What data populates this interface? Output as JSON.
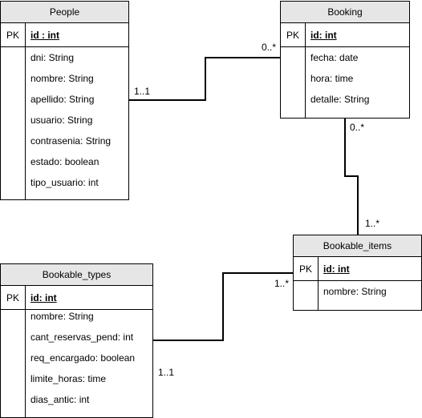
{
  "entities": {
    "people": {
      "name": "People",
      "pk_label": "PK",
      "pk_field": "id : int",
      "fields": [
        "dni: String",
        "nombre: String",
        "apellido: String",
        "usuario: String",
        "contrasenia: String",
        "estado: boolean",
        "tipo_usuario: int"
      ]
    },
    "booking": {
      "name": "Booking",
      "pk_label": "PK",
      "pk_field": "id: int",
      "fields": [
        "fecha: date",
        "hora: time",
        "detalle: String"
      ]
    },
    "bookable_items": {
      "name": "Bookable_items",
      "pk_label": "PK",
      "pk_field": "id: int",
      "fields": [
        "nombre: String"
      ]
    },
    "bookable_types": {
      "name": "Bookable_types",
      "pk_label": "PK",
      "pk_field": "id: int",
      "fields": [
        "nombre: String",
        "cant_reservas_pend: int",
        "req_encargado: boolean",
        "limite_horas: time",
        "dias_antic: int"
      ]
    }
  },
  "relationships": [
    {
      "from": "People",
      "to": "Booking",
      "from_mult": "1..1",
      "to_mult": "0..*"
    },
    {
      "from": "Booking",
      "to": "Bookable_items",
      "from_mult": "0..*",
      "to_mult": "1..*"
    },
    {
      "from": "Bookable_items",
      "to": "Bookable_types",
      "from_mult": "1..*",
      "to_mult": "1..1"
    }
  ]
}
